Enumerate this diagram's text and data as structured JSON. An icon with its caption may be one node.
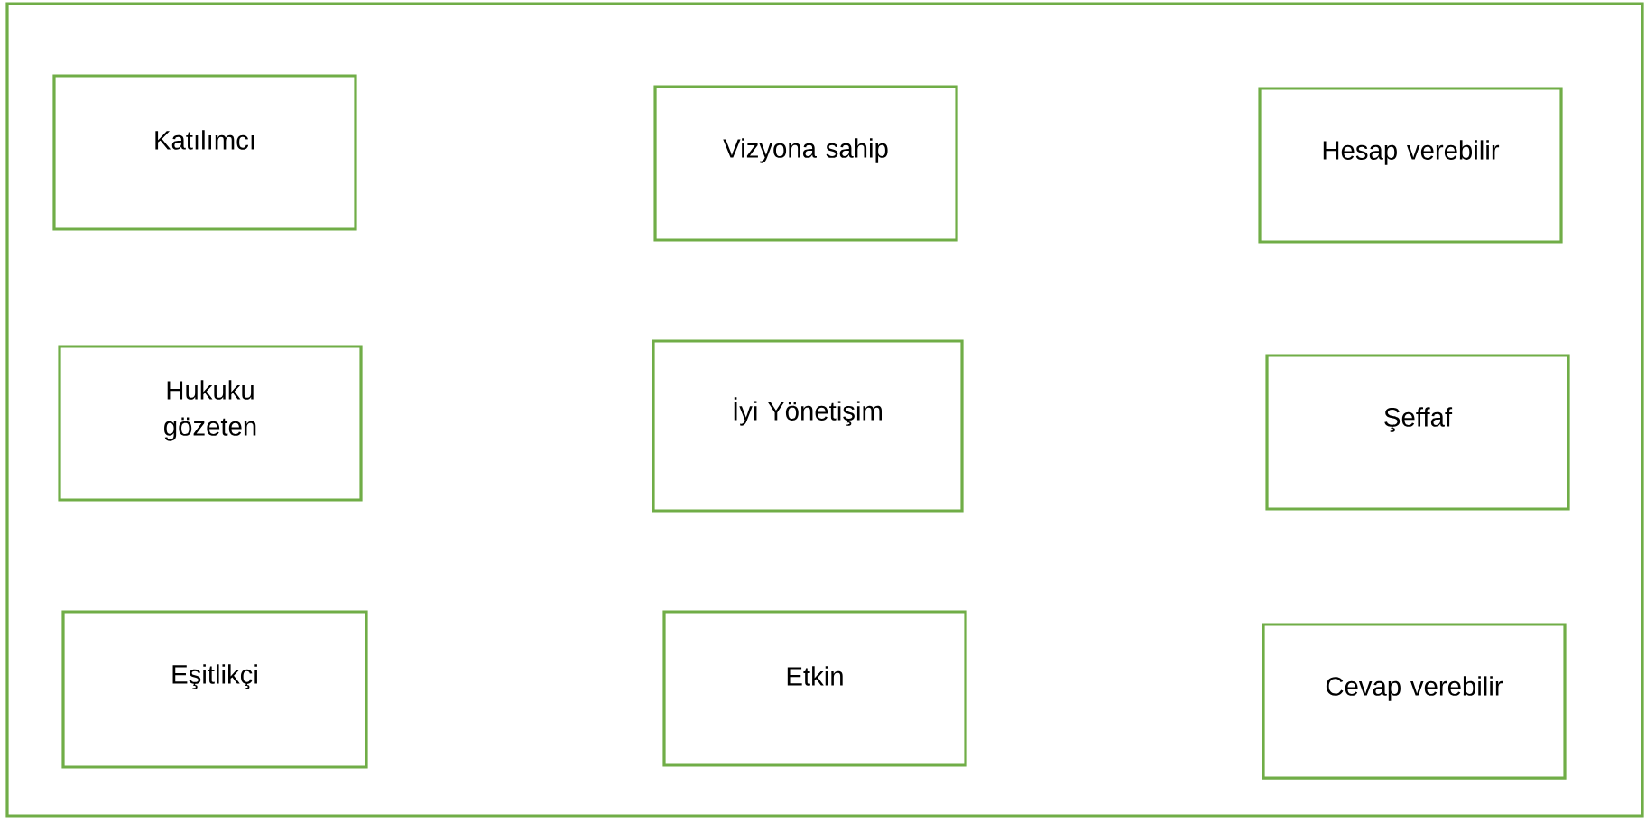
{
  "diagram": {
    "nodes": [
      {
        "text": [
          "Katılımcı"
        ]
      },
      {
        "text": [
          "Vizyona sahip"
        ]
      },
      {
        "text": [
          "Hesap verebilir"
        ]
      },
      {
        "text": [
          "Hukuku gözeten"
        ]
      },
      {
        "text": [
          "İyi Yönetişim"
        ]
      },
      {
        "text": [
          "Şeffaf"
        ]
      },
      {
        "text": [
          "Eşitlikçi"
        ]
      },
      {
        "text": [
          "Etkin"
        ]
      },
      {
        "text": [
          "Cevap verebilir"
        ]
      }
    ]
  }
}
